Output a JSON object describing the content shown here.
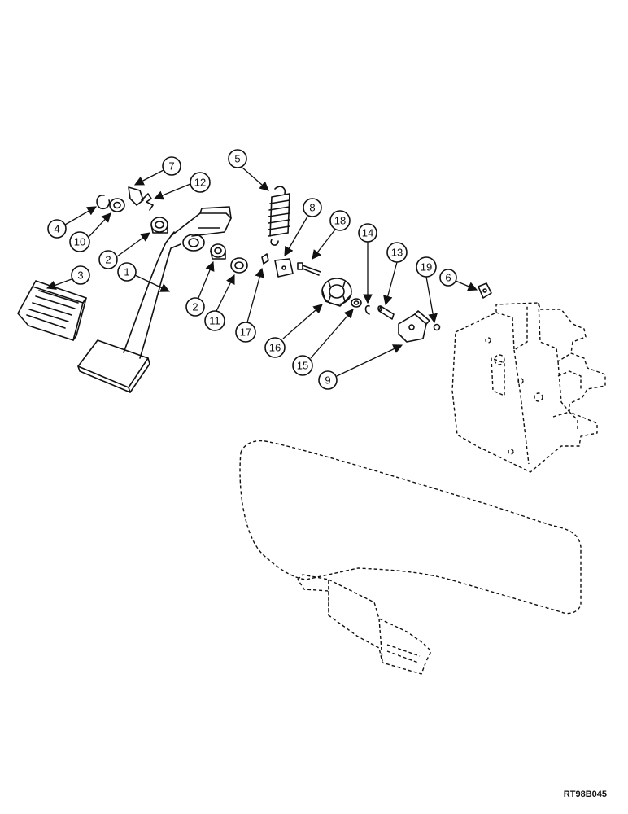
{
  "drawing_code": "RT98B045",
  "callouts": [
    {
      "id": "c7",
      "label": "7"
    },
    {
      "id": "c12",
      "label": "12"
    },
    {
      "id": "c4",
      "label": "4"
    },
    {
      "id": "c10",
      "label": "10"
    },
    {
      "id": "c5",
      "label": "5"
    },
    {
      "id": "c8",
      "label": "8"
    },
    {
      "id": "c18",
      "label": "18"
    },
    {
      "id": "c14",
      "label": "14"
    },
    {
      "id": "c13",
      "label": "13"
    },
    {
      "id": "c19",
      "label": "19"
    },
    {
      "id": "c6",
      "label": "6"
    },
    {
      "id": "c2a",
      "label": "2"
    },
    {
      "id": "c1",
      "label": "1"
    },
    {
      "id": "c3",
      "label": "3"
    },
    {
      "id": "c2b",
      "label": "2"
    },
    {
      "id": "c11",
      "label": "11"
    },
    {
      "id": "c17",
      "label": "17"
    },
    {
      "id": "c16",
      "label": "16"
    },
    {
      "id": "c15",
      "label": "15"
    },
    {
      "id": "c9",
      "label": "9"
    }
  ]
}
